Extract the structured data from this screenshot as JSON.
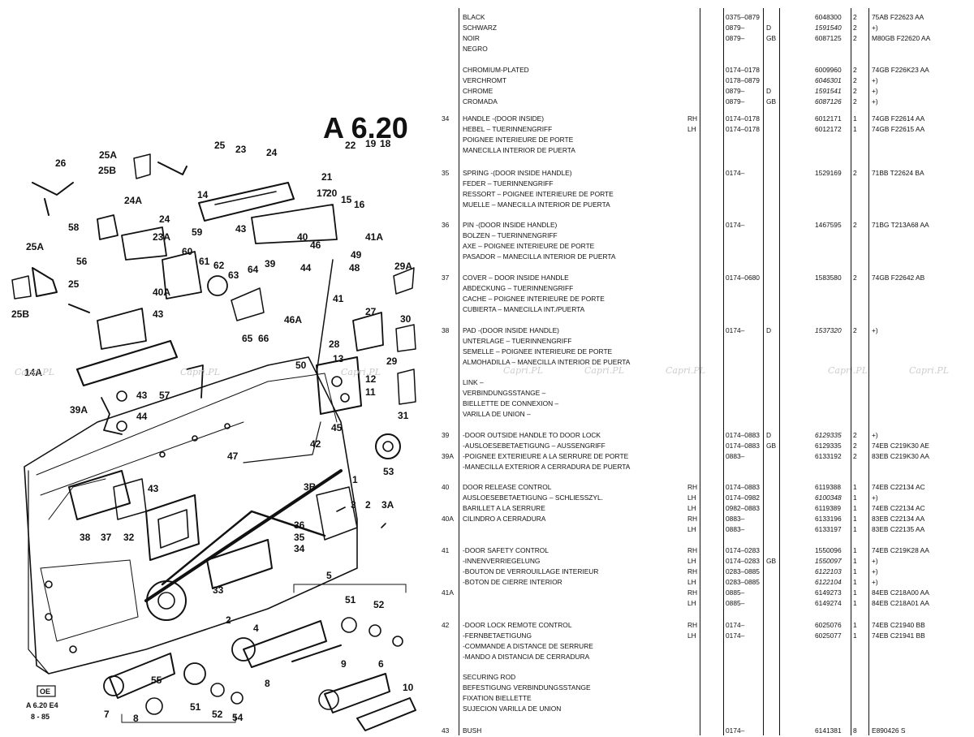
{
  "diagram": {
    "title": "A 6.20",
    "footer": {
      "box": "OE",
      "code": "A  6.20 E4",
      "date": "8 - 85"
    },
    "watermark": "Capri.PL",
    "callouts": [
      "25",
      "23",
      "24",
      "22",
      "19",
      "18",
      "25A",
      "25B",
      "26",
      "21",
      "17",
      "20",
      "15",
      "16",
      "14",
      "24A",
      "24",
      "58",
      "23A",
      "59",
      "43",
      "40",
      "46",
      "41A",
      "25A",
      "60",
      "61",
      "62",
      "63",
      "64",
      "39",
      "44",
      "48",
      "49",
      "29A",
      "56",
      "40A",
      "41",
      "25",
      "46A",
      "25B",
      "43",
      "65",
      "66",
      "27",
      "30",
      "28",
      "29",
      "14A",
      "57",
      "13",
      "50",
      "12",
      "11",
      "39A",
      "43",
      "44",
      "31",
      "45",
      "42",
      "47",
      "53",
      "1",
      "3B",
      "3",
      "2",
      "3A",
      "43",
      "38",
      "37",
      "32",
      "36",
      "35",
      "34",
      "33",
      "5",
      "51",
      "52",
      "2",
      "4",
      "9",
      "6",
      "8",
      "10",
      "55",
      "7",
      "8",
      "51",
      "52",
      "54"
    ]
  },
  "table": {
    "rows": [
      {
        "num": "",
        "desc": "BLACK",
        "side": "",
        "date": "0375–0879",
        "mkt": "",
        "part": "6048300",
        "qty": "2",
        "ref": "75AB F22623 AA",
        "italic": false
      },
      {
        "num": "",
        "desc": "SCHWARZ",
        "side": "",
        "date": "0879–",
        "mkt": "D",
        "part": "1591540",
        "qty": "2",
        "ref": "+)",
        "italic": true
      },
      {
        "num": "",
        "desc": "NOIR",
        "side": "",
        "date": "0879–",
        "mkt": "GB",
        "part": "6087125",
        "qty": "2",
        "ref": "M80GB F22620 AA",
        "italic": false
      },
      {
        "num": "",
        "desc": "NEGRO",
        "side": "",
        "date": "",
        "mkt": "",
        "part": "",
        "qty": "",
        "ref": "",
        "italic": false
      },
      {
        "num": "",
        "desc": "CHROMIUM-PLATED",
        "side": "",
        "date": "0174–0178",
        "mkt": "",
        "part": "6009960",
        "qty": "2",
        "ref": "74GB F226K23 AA",
        "italic": false
      },
      {
        "num": "",
        "desc": "VERCHROMT",
        "side": "",
        "date": "0178–0879",
        "mkt": "",
        "part": "6046301",
        "qty": "2",
        "ref": "+)",
        "italic": true
      },
      {
        "num": "",
        "desc": "CHROME",
        "side": "",
        "date": "0879–",
        "mkt": "D",
        "part": "1591541",
        "qty": "2",
        "ref": "+)",
        "italic": true
      },
      {
        "num": "",
        "desc": "CROMADA",
        "side": "",
        "date": "0879–",
        "mkt": "GB",
        "part": "6087126",
        "qty": "2",
        "ref": "+)",
        "italic": true
      },
      {
        "num": "34",
        "desc": "HANDLE -(DOOR INSIDE)",
        "side": "RH",
        "date": "0174–0178",
        "mkt": "",
        "part": "6012171",
        "qty": "1",
        "ref": "74GB F22614 AA",
        "italic": false
      },
      {
        "num": "",
        "desc": "HEBEL – TUERINNENGRIFF",
        "side": "LH",
        "date": "0174–0178",
        "mkt": "",
        "part": "6012172",
        "qty": "1",
        "ref": "74GB F22615 AA",
        "italic": false
      },
      {
        "num": "",
        "desc": "POIGNEE INTERIEURE DE PORTE",
        "side": "",
        "date": "",
        "mkt": "",
        "part": "",
        "qty": "",
        "ref": "",
        "italic": false
      },
      {
        "num": "",
        "desc": "MANECILLA INTERIOR DE PUERTA",
        "side": "",
        "date": "",
        "mkt": "",
        "part": "",
        "qty": "",
        "ref": "",
        "italic": false
      },
      {
        "num": "35",
        "desc": "SPRING -(DOOR INSIDE HANDLE)",
        "side": "",
        "date": "0174–",
        "mkt": "",
        "part": "1529169",
        "qty": "2",
        "ref": "71BB T22624 BA",
        "italic": false
      },
      {
        "num": "",
        "desc": "FEDER – TUERINNENGRIFF",
        "side": "",
        "date": "",
        "mkt": "",
        "part": "",
        "qty": "",
        "ref": "",
        "italic": false
      },
      {
        "num": "",
        "desc": "RESSORT – POIGNEE INTERIEURE DE PORTE",
        "side": "",
        "date": "",
        "mkt": "",
        "part": "",
        "qty": "",
        "ref": "",
        "italic": false
      },
      {
        "num": "",
        "desc": "MUELLE – MANECILLA INTERIOR DE PUERTA",
        "side": "",
        "date": "",
        "mkt": "",
        "part": "",
        "qty": "",
        "ref": "",
        "italic": false
      },
      {
        "num": "36",
        "desc": "PIN -(DOOR INSIDE HANDLE)",
        "side": "",
        "date": "0174–",
        "mkt": "",
        "part": "1467595",
        "qty": "2",
        "ref": "71BG T213A68 AA",
        "italic": false
      },
      {
        "num": "",
        "desc": "BOLZEN – TUERINNENGRIFF",
        "side": "",
        "date": "",
        "mkt": "",
        "part": "",
        "qty": "",
        "ref": "",
        "italic": false
      },
      {
        "num": "",
        "desc": "AXE – POIGNEE INTERIEURE DE PORTE",
        "side": "",
        "date": "",
        "mkt": "",
        "part": "",
        "qty": "",
        "ref": "",
        "italic": false
      },
      {
        "num": "",
        "desc": "PASADOR – MANECILLA INTERIOR DE PUERTA",
        "side": "",
        "date": "",
        "mkt": "",
        "part": "",
        "qty": "",
        "ref": "",
        "italic": false
      },
      {
        "num": "37",
        "desc": "COVER – DOOR INSIDE HANDLE",
        "side": "",
        "date": "0174–0680",
        "mkt": "",
        "part": "1583580",
        "qty": "2",
        "ref": "74GB F22642 AB",
        "italic": false
      },
      {
        "num": "",
        "desc": "ABDECKUNG – TUERINNENGRIFF",
        "side": "",
        "date": "",
        "mkt": "",
        "part": "",
        "qty": "",
        "ref": "",
        "italic": false
      },
      {
        "num": "",
        "desc": "CACHE – POIGNEE INTERIEURE DE PORTE",
        "side": "",
        "date": "",
        "mkt": "",
        "part": "",
        "qty": "",
        "ref": "",
        "italic": false
      },
      {
        "num": "",
        "desc": "CUBIERTA – MANECILLA INT./PUERTA",
        "side": "",
        "date": "",
        "mkt": "",
        "part": "",
        "qty": "",
        "ref": "",
        "italic": false
      },
      {
        "num": "38",
        "desc": "PAD -(DOOR INSIDE HANDLE)",
        "side": "",
        "date": "0174–",
        "mkt": "D",
        "part": "1537320",
        "qty": "2",
        "ref": "+)",
        "italic": true
      },
      {
        "num": "",
        "desc": "UNTERLAGE – TUERINNENGRIFF",
        "side": "",
        "date": "",
        "mkt": "",
        "part": "",
        "qty": "",
        "ref": "",
        "italic": false
      },
      {
        "num": "",
        "desc": "SEMELLE – POIGNEE INTERIEURE DE PORTE",
        "side": "",
        "date": "",
        "mkt": "",
        "part": "",
        "qty": "",
        "ref": "",
        "italic": false
      },
      {
        "num": "",
        "desc": "ALMOHADILLA – MANECILLA INTERIOR DE PUERTA",
        "side": "",
        "date": "",
        "mkt": "",
        "part": "",
        "qty": "",
        "ref": "",
        "italic": false
      },
      {
        "num": "",
        "desc": "LINK –",
        "side": "",
        "date": "",
        "mkt": "",
        "part": "",
        "qty": "",
        "ref": "",
        "italic": false
      },
      {
        "num": "",
        "desc": "VERBINDUNGSSTANGE –",
        "side": "",
        "date": "",
        "mkt": "",
        "part": "",
        "qty": "",
        "ref": "",
        "italic": false
      },
      {
        "num": "",
        "desc": "BIELLETTE DE CONNEXION –",
        "side": "",
        "date": "",
        "mkt": "",
        "part": "",
        "qty": "",
        "ref": "",
        "italic": false
      },
      {
        "num": "",
        "desc": "VARILLA DE UNION –",
        "side": "",
        "date": "",
        "mkt": "",
        "part": "",
        "qty": "",
        "ref": "",
        "italic": false
      },
      {
        "num": "39",
        "desc": "   -DOOR OUTSIDE HANDLE TO DOOR LOCK",
        "side": "",
        "date": "0174–0883",
        "mkt": "D",
        "part": "6129335",
        "qty": "2",
        "ref": "+)",
        "italic": true
      },
      {
        "num": "",
        "desc": "   -AUSLOESEBETAETIGUNG – AUSSENGRIFF",
        "side": "",
        "date": "0174–0883",
        "mkt": "GB",
        "part": "6129335",
        "qty": "2",
        "ref": "74EB C219K30 AE",
        "italic": false
      },
      {
        "num": "39A",
        "desc": "   -POIGNEE EXTERIEURE A LA SERRURE DE PORTE",
        "side": "",
        "date": "0883–",
        "mkt": "",
        "part": "6133192",
        "qty": "2",
        "ref": "83EB C219K30 AA",
        "italic": false
      },
      {
        "num": "",
        "desc": "   -MANECILLA EXTERIOR A CERRADURA DE PUERTA",
        "side": "",
        "date": "",
        "mkt": "",
        "part": "",
        "qty": "",
        "ref": "",
        "italic": false
      },
      {
        "num": "40",
        "desc": "   DOOR RELEASE CONTROL",
        "side": "RH",
        "date": "0174–0883",
        "mkt": "",
        "part": "6119388",
        "qty": "1",
        "ref": "74EB C22134 AC",
        "italic": false
      },
      {
        "num": "",
        "desc": "   AUSLOESEBETAETIGUNG – SCHLIESSZYL.",
        "side": "LH",
        "date": "0174–0982",
        "mkt": "",
        "part": "6100348",
        "qty": "1",
        "ref": "+)",
        "italic": true
      },
      {
        "num": "",
        "desc": "   BARILLET A LA SERRURE",
        "side": "LH",
        "date": "0982–0883",
        "mkt": "",
        "part": "6119389",
        "qty": "1",
        "ref": "74EB C22134 AC",
        "italic": false
      },
      {
        "num": "40A",
        "desc": "   CILINDRO A CERRADURA",
        "side": "RH",
        "date": "0883–",
        "mkt": "",
        "part": "6133196",
        "qty": "1",
        "ref": "83EB C22134 AA",
        "italic": false
      },
      {
        "num": "",
        "desc": "",
        "side": "LH",
        "date": "0883–",
        "mkt": "",
        "part": "6133197",
        "qty": "1",
        "ref": "83EB C22135 AA",
        "italic": false
      },
      {
        "num": "41",
        "desc": "   -DOOR SAFETY CONTROL",
        "side": "RH",
        "date": "0174–0283",
        "mkt": "",
        "part": "1550096",
        "qty": "1",
        "ref": "74EB C219K28 AA",
        "italic": false
      },
      {
        "num": "",
        "desc": "   -INNENVERRIEGELUNG",
        "side": "LH",
        "date": "0174–0283",
        "mkt": "GB",
        "part": "1550097",
        "qty": "1",
        "ref": "+)",
        "italic": true
      },
      {
        "num": "",
        "desc": "   -BOUTON DE VERROUILLAGE INTERIEUR",
        "side": "RH",
        "date": "0283–0885",
        "mkt": "",
        "part": "6122103",
        "qty": "1",
        "ref": "+)",
        "italic": true
      },
      {
        "num": "",
        "desc": "   -BOTON DE CIERRE INTERIOR",
        "side": "LH",
        "date": "0283–0885",
        "mkt": "",
        "part": "6122104",
        "qty": "1",
        "ref": "+)",
        "italic": true
      },
      {
        "num": "41A",
        "desc": "",
        "side": "RH",
        "date": "0885–",
        "mkt": "",
        "part": "6149273",
        "qty": "1",
        "ref": "84EB C218A00 AA",
        "italic": false
      },
      {
        "num": "",
        "desc": "",
        "side": "LH",
        "date": "0885–",
        "mkt": "",
        "part": "6149274",
        "qty": "1",
        "ref": "84EB C218A01 AA",
        "italic": false
      },
      {
        "num": "42",
        "desc": "   -DOOR LOCK REMOTE CONTROL",
        "side": "RH",
        "date": "0174–",
        "mkt": "",
        "part": "6025076",
        "qty": "1",
        "ref": "74EB C21940 BB",
        "italic": false
      },
      {
        "num": "",
        "desc": "   -FERNBETAETIGUNG",
        "side": "LH",
        "date": "0174–",
        "mkt": "",
        "part": "6025077",
        "qty": "1",
        "ref": "74EB C21941 BB",
        "italic": false
      },
      {
        "num": "",
        "desc": "   -COMMANDE A DISTANCE DE SERRURE",
        "side": "",
        "date": "",
        "mkt": "",
        "part": "",
        "qty": "",
        "ref": "",
        "italic": false
      },
      {
        "num": "",
        "desc": "   -MANDO A DISTANCIA DE CERRADURA",
        "side": "",
        "date": "",
        "mkt": "",
        "part": "",
        "qty": "",
        "ref": "",
        "italic": false
      },
      {
        "num": "",
        "desc": "SECURING ROD",
        "side": "",
        "date": "",
        "mkt": "",
        "part": "",
        "qty": "",
        "ref": "",
        "italic": false
      },
      {
        "num": "",
        "desc": "BEFESTIGUNG VERBINDUNGSSTANGE",
        "side": "",
        "date": "",
        "mkt": "",
        "part": "",
        "qty": "",
        "ref": "",
        "italic": false
      },
      {
        "num": "",
        "desc": "FIXATION BIELLETTE",
        "side": "",
        "date": "",
        "mkt": "",
        "part": "",
        "qty": "",
        "ref": "",
        "italic": false
      },
      {
        "num": "",
        "desc": "SUJECION VARILLA DE UNION",
        "side": "",
        "date": "",
        "mkt": "",
        "part": "",
        "qty": "",
        "ref": "",
        "italic": false
      },
      {
        "num": "43",
        "desc": "BUSH",
        "side": "",
        "date": "0174–",
        "mkt": "",
        "part": "6141381",
        "qty": "8",
        "ref": "E890426 S",
        "italic": false
      }
    ]
  }
}
